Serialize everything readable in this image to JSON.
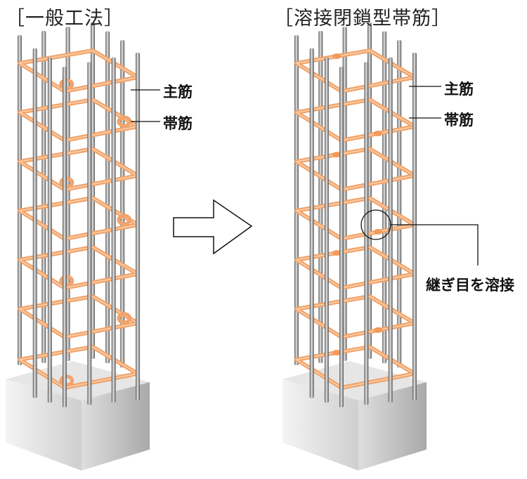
{
  "left_panel": {
    "title": "［一般工法］",
    "labels": {
      "main_bar": "主筋",
      "hoop": "帯筋"
    }
  },
  "right_panel": {
    "title": "［溶接閉鎖型帯筋］",
    "labels": {
      "main_bar": "主筋",
      "hoop": "帯筋",
      "weld_callout": "継ぎ目を溶接"
    }
  },
  "arrow": {
    "icon": "right-arrow-outline"
  },
  "colors": {
    "hoop": "#f0a46c",
    "hoop_highlight": "#ffd2ad",
    "rebar_dark": "#555555",
    "rebar_light": "#e6e6e6",
    "concrete_top": "#e9e9e9",
    "concrete_front": "#c4c4c4",
    "concrete_side": "#dcdcdc",
    "line": "#111111"
  },
  "hoop_count": 7
}
